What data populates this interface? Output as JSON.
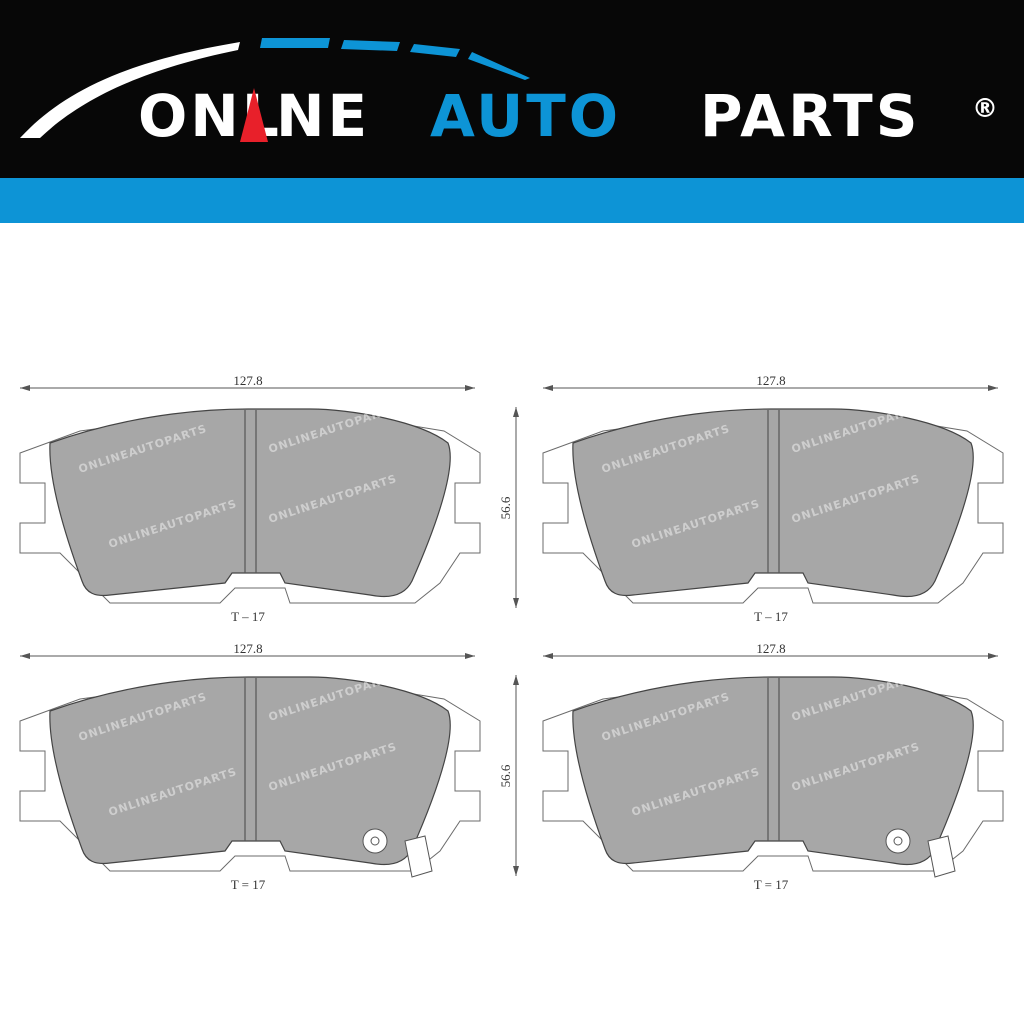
{
  "brand": {
    "name_part1": "ONL",
    "name_part2": "NE",
    "name_part3": "AUTO",
    "name_part4": "PARTS",
    "registered": "®",
    "colors": {
      "banner": "#070707",
      "stripe": "#0d94d6",
      "accent_red": "#e8202a",
      "accent_blue": "#0d94d6",
      "text": "#ffffff"
    }
  },
  "diagram": {
    "pad_fill": "#a7a7a7",
    "pads": [
      {
        "width_label": "127.8",
        "height_label": "",
        "thickness_label": "T – 17",
        "has_sensor": false
      },
      {
        "width_label": "127.8",
        "height_label": "56.6",
        "thickness_label": "T – 17",
        "has_sensor": false
      },
      {
        "width_label": "127.8",
        "height_label": "",
        "thickness_label": "T = 17",
        "has_sensor": true
      },
      {
        "width_label": "127.8",
        "height_label": "56.6",
        "thickness_label": "T = 17",
        "has_sensor": true
      }
    ]
  }
}
